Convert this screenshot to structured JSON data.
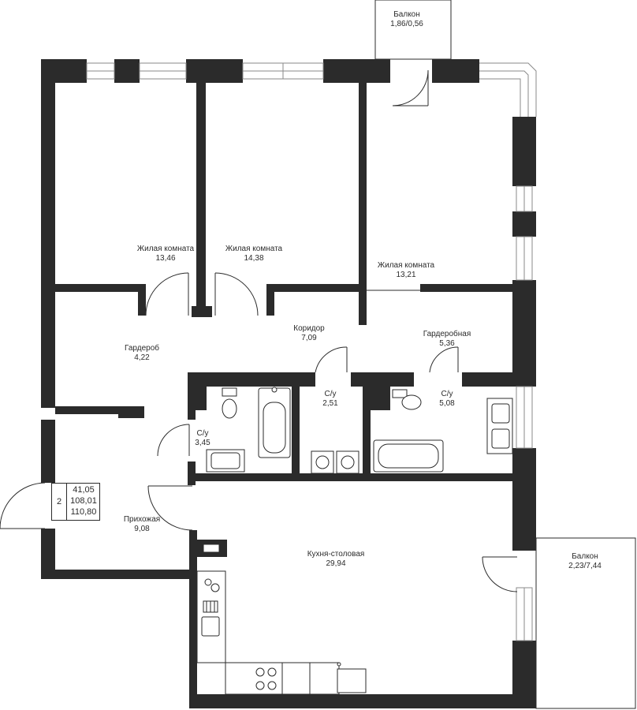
{
  "rooms": [
    {
      "id": "living-1",
      "name": "Жилая комната",
      "area": "13,46"
    },
    {
      "id": "living-2",
      "name": "Жилая комната",
      "area": "14,38"
    },
    {
      "id": "living-3",
      "name": "Жилая комната",
      "area": "13,21"
    },
    {
      "id": "corridor",
      "name": "Коридор",
      "area": "7,09"
    },
    {
      "id": "garderob",
      "name": "Гардероб",
      "area": "4,22"
    },
    {
      "id": "wardrobe-room",
      "name": "Гардеробная",
      "area": "5,36"
    },
    {
      "id": "wc-1",
      "name": "С/у",
      "area": "2,51"
    },
    {
      "id": "wc-2",
      "name": "С/у",
      "area": "5,08"
    },
    {
      "id": "wc-3",
      "name": "С/у",
      "area": "3,45"
    },
    {
      "id": "hall",
      "name": "Прихожая",
      "area": "9,08"
    },
    {
      "id": "kitchen",
      "name": "Кухня-столовая",
      "area": "29,94"
    },
    {
      "id": "balcony-top",
      "name": "Балкон",
      "area": "1,86/0,56"
    },
    {
      "id": "balcony-right",
      "name": "Балкон",
      "area": "2,23/7,44"
    }
  ],
  "summary": {
    "rooms_count": "2",
    "living_area": "41,05",
    "total_area": "108,01",
    "total_with_balconies": "110,80"
  },
  "colors": {
    "wall": "#2b2b2b",
    "background": "#ffffff"
  }
}
